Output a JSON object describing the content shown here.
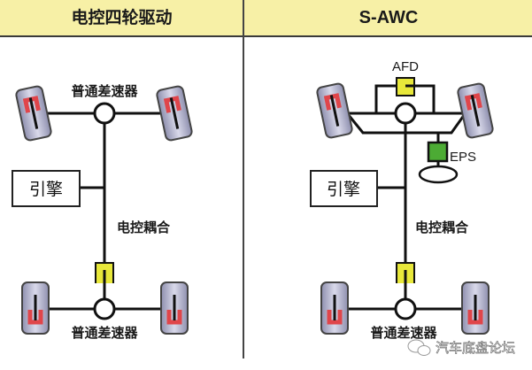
{
  "header": {
    "left_title": "电控四轮驱动",
    "right_title": "S-AWC"
  },
  "left_diagram": {
    "front_diff_label": "普通差速器",
    "engine_label": "引擎",
    "coupling_label": "电控耦合",
    "rear_diff_label": "普通差速器"
  },
  "right_diagram": {
    "afd_label": "AFD",
    "eps_label": "EPS",
    "engine_label": "引擎",
    "coupling_label": "电控耦合",
    "rear_diff_label": "普通差速器"
  },
  "watermark": {
    "icon": "wechat-icon",
    "text": "汽车底盘论坛"
  },
  "colors": {
    "header_bg": "#f7f0a6",
    "coupling_yellow": "#e8e83a",
    "eps_green": "#4cab34",
    "brake_red": "#e0454a",
    "wheel_fill": "#a9a9c4"
  }
}
